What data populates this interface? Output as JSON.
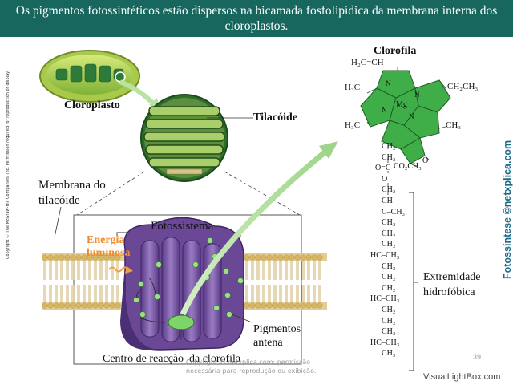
{
  "slide": {
    "title": "Os pigmentos fotossintéticos estão dispersos na bicamada fosfolipídica da membrana interna dos cloroplastos.",
    "page_number": "39",
    "watermark": "VisualLightBox.com",
    "credit_vertical": "Fotossíntese ©netxplica.com",
    "copyright_vertical": "Copyright © The McGraw-Hill Companies, Inc. Permission required for reproduction or display.",
    "faint_notice": "Copyright © netxplica.com: permissão necessária para reprodução ou exibição."
  },
  "labels": {
    "cloroplasto": "Cloroplasto",
    "tilacoide": "Tilacóide",
    "membrana": "Membrana do tilacóide",
    "fotossistema": "Fotossistema",
    "energia": "Energia luminosa",
    "centro": "Centro de reacção",
    "da_clorofila": "da clorofila",
    "pigmentos": "Pigmentos antena",
    "clorofila": "Clorofila",
    "extremidade": "Extremidade hidrofóbica"
  },
  "molecule": {
    "top_group": "H₂C=CH",
    "left_upper": "H₃C",
    "left_lower": "H₃C",
    "right_upper": "CH₂CH₃",
    "right_lower": "CH₃",
    "center_metal": "Mg",
    "ester": "CO₂CH₃",
    "ketone_o": "O",
    "chain": [
      "CH₂",
      "CH₂",
      "O=C",
      "O",
      "CH₂",
      "CH",
      "C–CH₃",
      "CH₂",
      "CH₂",
      "CH₂",
      "HC–CH₃",
      "CH₂",
      "CH₂",
      "CH₂",
      "HC–CH₃",
      "CH₂",
      "CH₂",
      "CH₂",
      "HC–CH₃",
      "CH₃"
    ]
  },
  "colors": {
    "banner": "#17675e",
    "porphyrin": "#3fae49",
    "membrane": "#d9c28a",
    "photosystem": "#7d5aa6",
    "arrow": "#b8e3a3"
  }
}
